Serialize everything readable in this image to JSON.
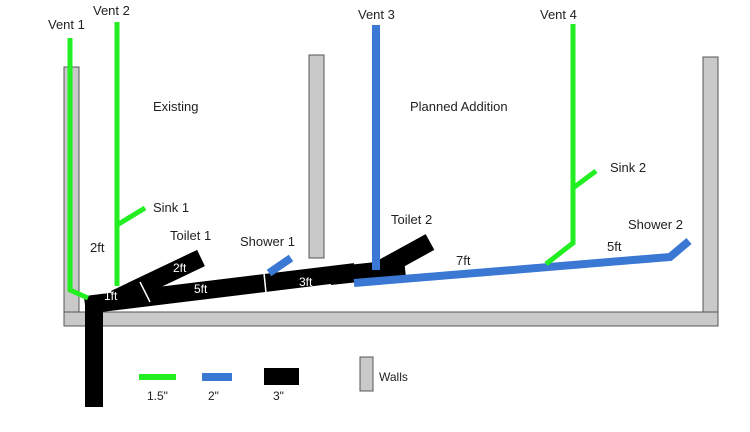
{
  "areas": {
    "existing": "Existing",
    "planned": "Planned Addition"
  },
  "vents": {
    "v1": "Vent 1",
    "v2": "Vent 2",
    "v3": "Vent 3",
    "v4": "Vent 4"
  },
  "fixtures": {
    "sink1": "Sink 1",
    "sink2": "Sink 2",
    "toilet1": "Toilet 1",
    "toilet2": "Toilet 2",
    "shower1": "Shower 1",
    "shower2": "Shower 2"
  },
  "lengths": {
    "vent2": "2ft",
    "drain_start": "1ft",
    "toilet1_arm": "2ft",
    "drain_mid": "5ft",
    "drain_end": "3ft",
    "blue_main": "7ft",
    "blue_end": "5ft"
  },
  "legend": {
    "size_15": "1.5\"",
    "size_2": "2\"",
    "size_3": "3\"",
    "walls": "Walls"
  },
  "colors": {
    "pipe_15": "#22ee22",
    "pipe_2": "#3a78d4",
    "pipe_3": "#000000",
    "wall_fill": "#c9c9c9",
    "wall_stroke": "#555555"
  }
}
